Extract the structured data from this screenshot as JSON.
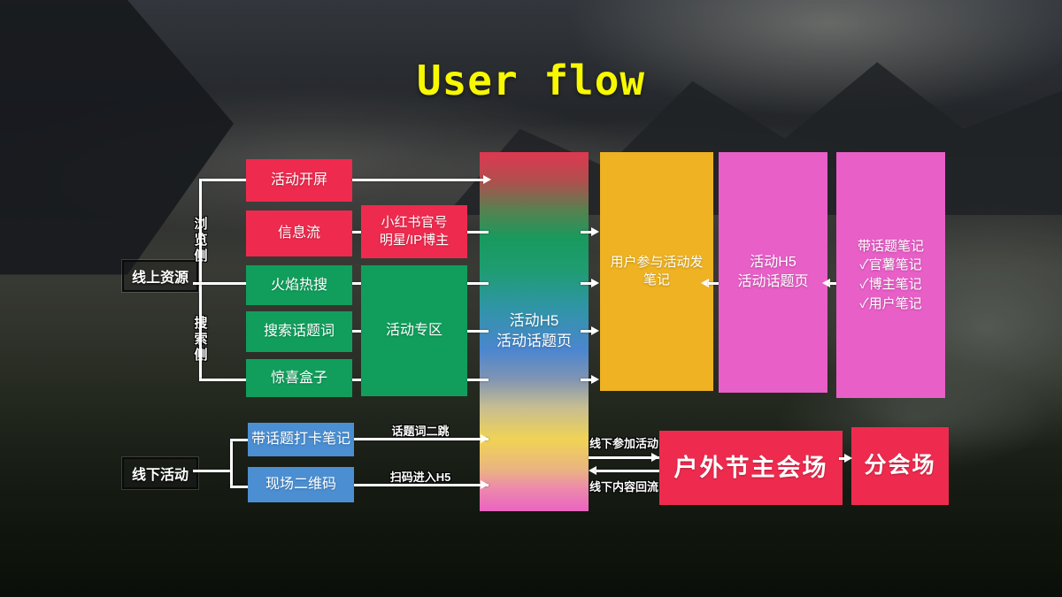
{
  "title": "User flow",
  "side": {
    "online": "线上资源",
    "offline": "线下活动",
    "browse": "浏览侧",
    "search": "搜索侧"
  },
  "flow": {
    "splash": "活动开屏",
    "feed": "信息流",
    "hot": "火焰热搜",
    "topicword": "搜索话题词",
    "surprise": "惊喜盒子",
    "official1": "小红书官号",
    "official2": "明星/IP博主",
    "zone": "活动专区",
    "h5_1": "活动H5",
    "h5_2": "活动话题页",
    "participate": "用户参与活动发笔记",
    "topic1": "活动H5",
    "topic2": "活动话题页",
    "notes0": "带话题笔记",
    "notes1": "✓官薯笔记",
    "notes2": "✓博主笔记",
    "notes3": "✓用户笔记",
    "checkin": "带话题打卡笔记",
    "qrcode": "现场二维码",
    "mainvenue": "户外节主会场",
    "subvenue": "分会场"
  },
  "arrows": {
    "jump": "话题词二跳",
    "scan": "扫码进入H5",
    "join": "线下参加活动",
    "backflow": "线下内容回流"
  },
  "colors": {
    "red": "#ee2b4e",
    "green": "#119e5c",
    "blue": "#4b8fd2",
    "gold": "#eeb222",
    "pink": "#e85fc7",
    "gradient_stops": [
      "#de3850",
      "#189a5e",
      "#2f95a5",
      "#4b86d0",
      "#f0d355",
      "#ea64c0"
    ],
    "title_yellow": "#f8f800"
  }
}
